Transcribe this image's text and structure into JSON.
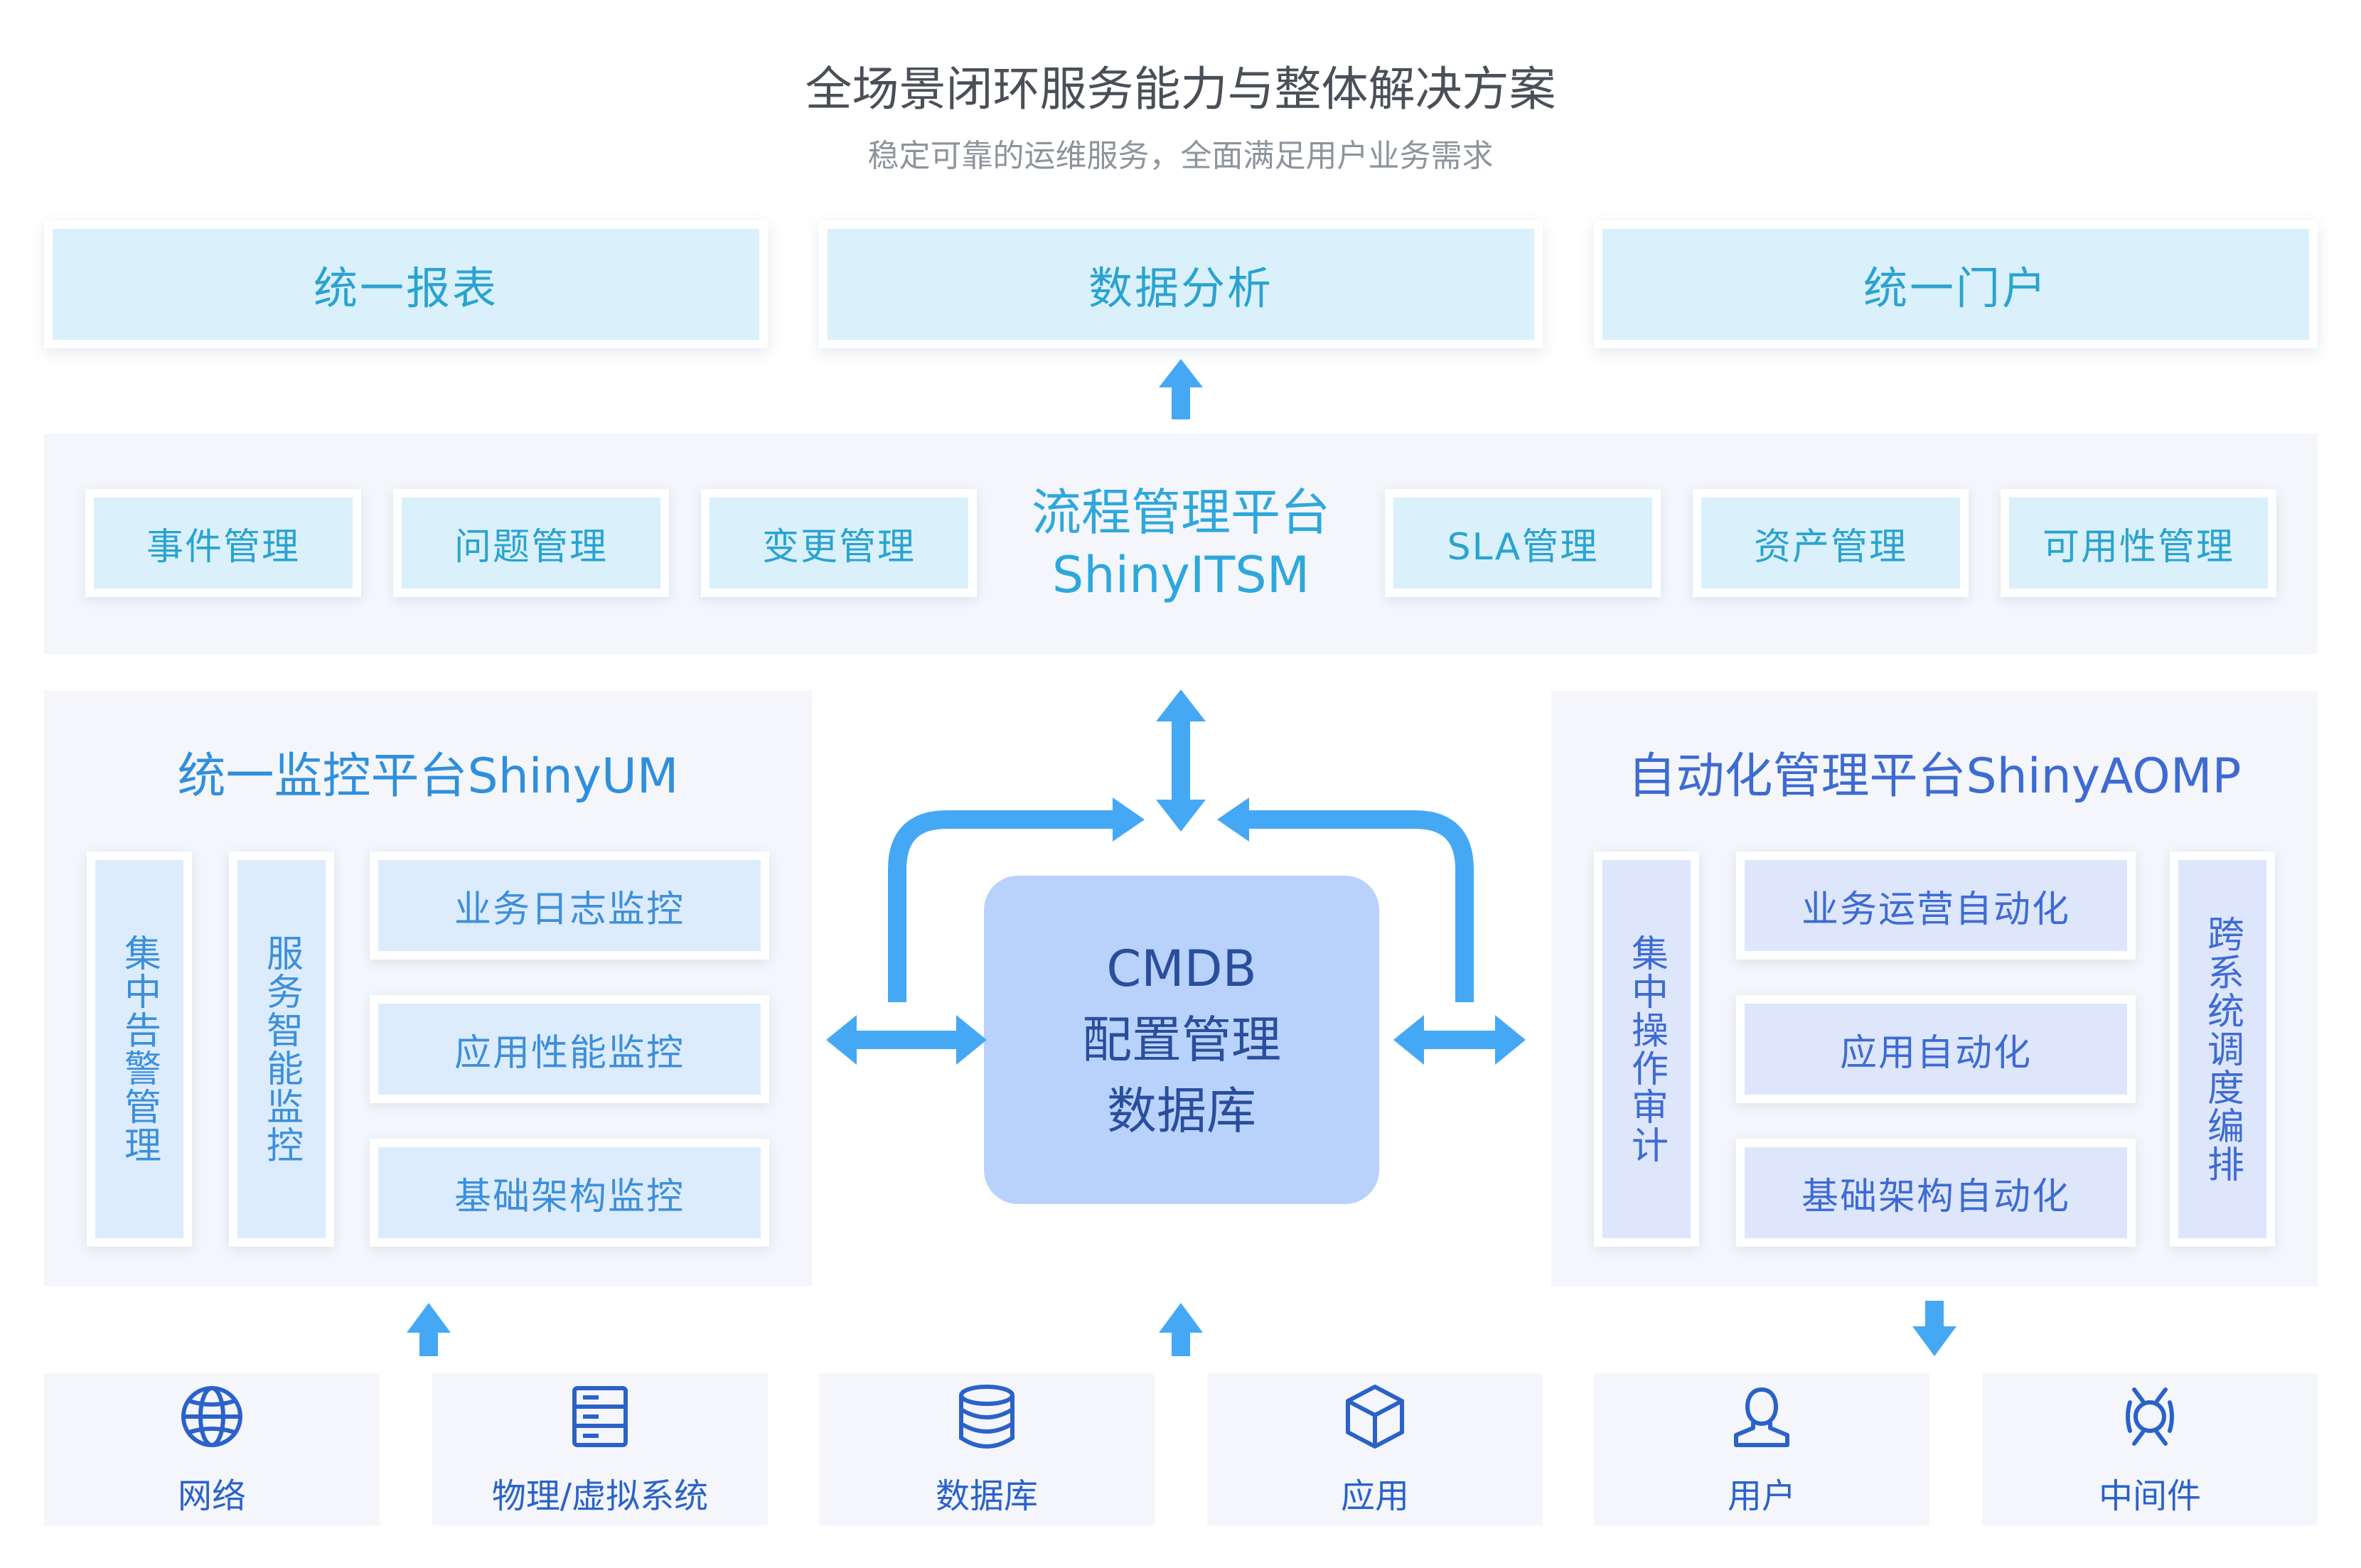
{
  "header": {
    "title": "全场景闭环服务能力与整体解决方案",
    "subtitle": "稳定可靠的运维服务，全面满足用户业务需求"
  },
  "top_row": [
    {
      "label": "统一报表"
    },
    {
      "label": "数据分析"
    },
    {
      "label": "统一门户"
    }
  ],
  "itsm": {
    "title_cn": "流程管理平台",
    "title_en": "ShinyITSM",
    "left_items": [
      {
        "label": "事件管理"
      },
      {
        "label": "问题管理"
      },
      {
        "label": "变更管理"
      }
    ],
    "right_items": [
      {
        "label": "SLA管理"
      },
      {
        "label": "资产管理"
      },
      {
        "label": "可用性管理"
      }
    ]
  },
  "um": {
    "title": "统一监控平台ShinyUM",
    "vertical_items": [
      {
        "label": "集中告警管理"
      },
      {
        "label": "服务智能监控"
      }
    ],
    "items": [
      {
        "label": "业务日志监控"
      },
      {
        "label": "应用性能监控"
      },
      {
        "label": "基础架构监控"
      }
    ]
  },
  "cmdb": {
    "line1": "CMDB",
    "line2": "配置管理",
    "line3": "数据库"
  },
  "aomp": {
    "title": "自动化管理平台ShinyAOMP",
    "left_vertical": {
      "label": "集中操作审计"
    },
    "items": [
      {
        "label": "业务运营自动化"
      },
      {
        "label": "应用自动化"
      },
      {
        "label": "基础架构自动化"
      }
    ],
    "right_vertical": {
      "label": "跨系统调度编排"
    }
  },
  "bottom_row": [
    {
      "label": "网络",
      "icon": "globe-icon"
    },
    {
      "label": "物理/虚拟系统",
      "icon": "server-icon"
    },
    {
      "label": "数据库",
      "icon": "database-icon"
    },
    {
      "label": "应用",
      "icon": "cube-icon"
    },
    {
      "label": "用户",
      "icon": "user-icon"
    },
    {
      "label": "中间件",
      "icon": "middleware-icon"
    }
  ],
  "colors": {
    "arrow": "#45a8f5",
    "cyan_text": "#2aa3cf",
    "blue_text": "#3d8fdb",
    "slate_text": "#3e6bd3",
    "cmdb_fill": "#b9d2fb",
    "icon": "#2b62c9"
  }
}
